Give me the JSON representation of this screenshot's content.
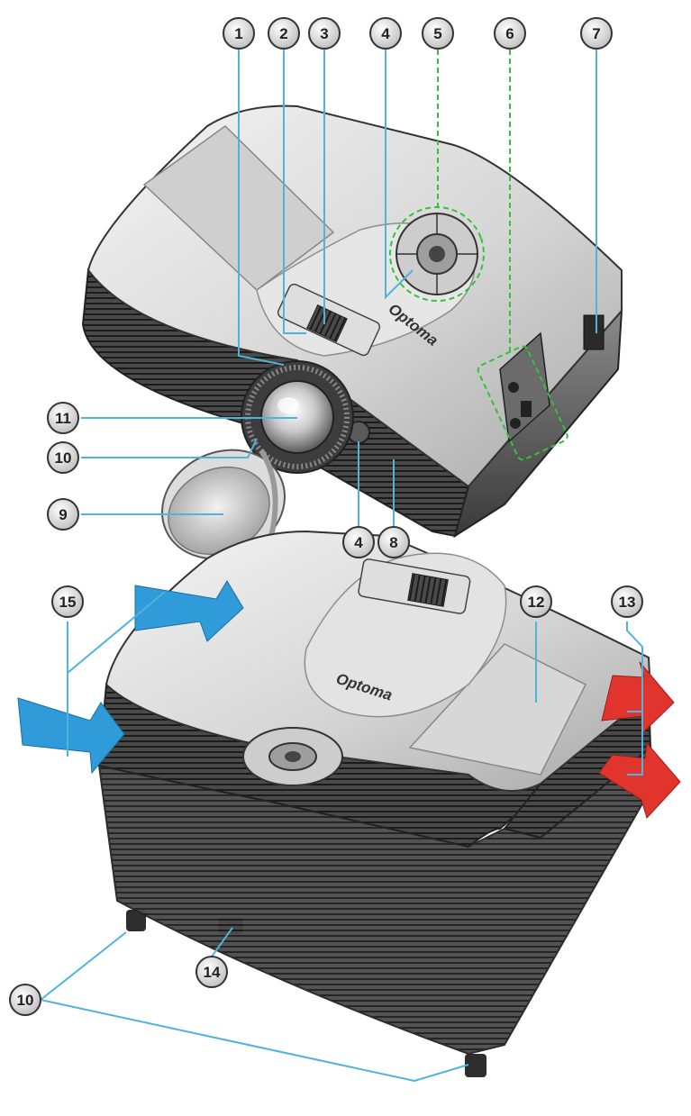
{
  "brand": "Optoma",
  "callouts": [
    {
      "id": "c1",
      "label": "1"
    },
    {
      "id": "c2",
      "label": "2"
    },
    {
      "id": "c3",
      "label": "3"
    },
    {
      "id": "c4a",
      "label": "4"
    },
    {
      "id": "c5",
      "label": "5"
    },
    {
      "id": "c6",
      "label": "6"
    },
    {
      "id": "c7",
      "label": "7"
    },
    {
      "id": "c11",
      "label": "11"
    },
    {
      "id": "c10a",
      "label": "10"
    },
    {
      "id": "c9",
      "label": "9"
    },
    {
      "id": "c4b",
      "label": "4"
    },
    {
      "id": "c8",
      "label": "8"
    },
    {
      "id": "c15",
      "label": "15"
    },
    {
      "id": "c12",
      "label": "12"
    },
    {
      "id": "c13",
      "label": "13"
    },
    {
      "id": "c10b",
      "label": "10"
    },
    {
      "id": "c14",
      "label": "14"
    }
  ],
  "colors": {
    "leader_line": "#4fb3de",
    "leader_dashed": "#35c23a",
    "intake_arrow": "#2f9bd8",
    "exhaust_arrow": "#e0342c",
    "badge_fill": "#d9d9d9",
    "badge_stroke": "#333333"
  }
}
